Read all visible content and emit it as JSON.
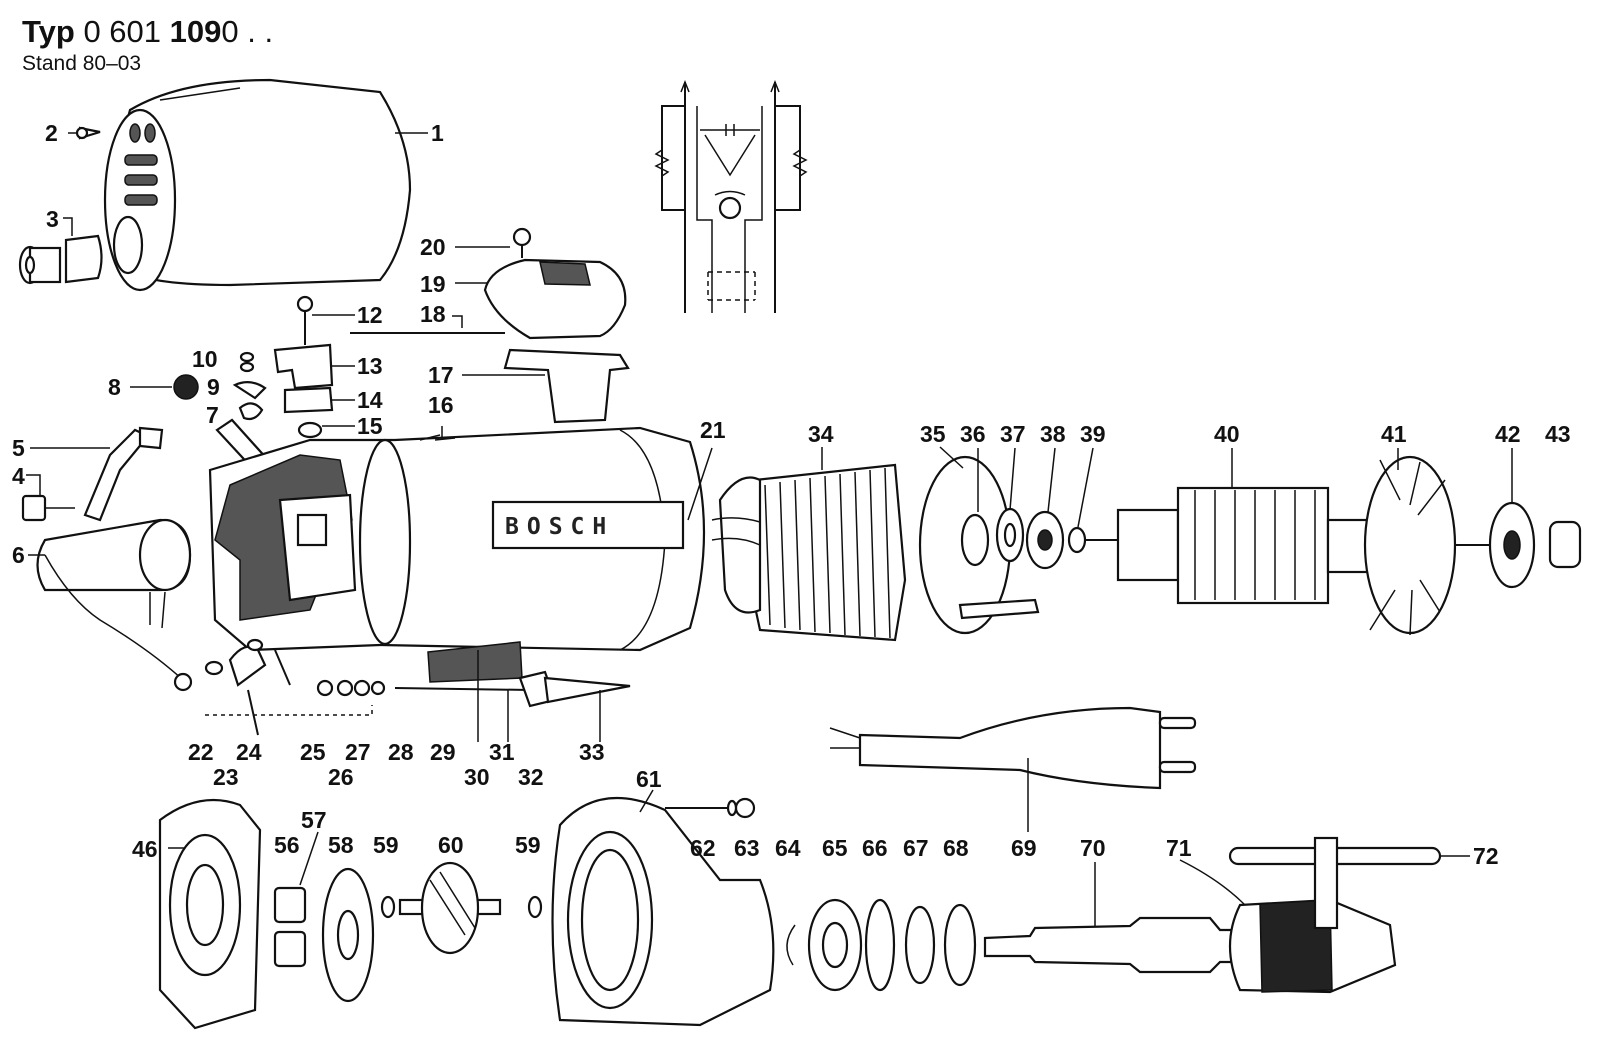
{
  "header": {
    "title_prefix": "Typ",
    "title_part1": "0 601",
    "title_part2": "109",
    "title_part3": "0 . .",
    "subtitle": "Stand 80–03"
  },
  "motor_brand": "BOSCH",
  "part_labels": {
    "p1": "1",
    "p2": "2",
    "p3": "3",
    "p4": "4",
    "p5": "5",
    "p6": "6",
    "p7": "7",
    "p8": "8",
    "p9": "9",
    "p10": "10",
    "p12": "12",
    "p13": "13",
    "p14": "14",
    "p15": "15",
    "p16": "16",
    "p17": "17",
    "p18": "18",
    "p19": "19",
    "p20": "20",
    "p21": "21",
    "p22": "22",
    "p23": "23",
    "p24": "24",
    "p25": "25",
    "p26": "26",
    "p27": "27",
    "p28": "28",
    "p29": "29",
    "p30": "30",
    "p31": "31",
    "p32": "32",
    "p33": "33",
    "p34": "34",
    "p35": "35",
    "p36": "36",
    "p37": "37",
    "p38": "38",
    "p39": "39",
    "p40": "40",
    "p41": "41",
    "p42": "42",
    "p43": "43",
    "p46": "46",
    "p56": "56",
    "p57": "57",
    "p58": "58",
    "p59a": "59",
    "p59b": "59",
    "p60": "60",
    "p61": "61",
    "p62": "62",
    "p63": "63",
    "p64": "64",
    "p65": "65",
    "p66": "66",
    "p67": "67",
    "p68": "68",
    "p69": "69",
    "p70": "70",
    "p71": "71",
    "p72": "72"
  }
}
